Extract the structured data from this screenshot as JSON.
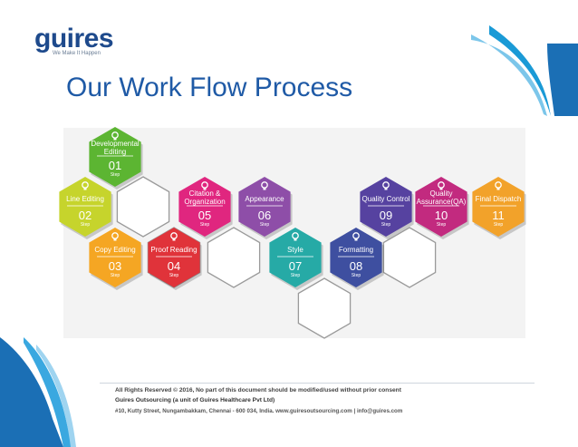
{
  "header": {
    "logo": "guires",
    "tagline": "We Make It Happen"
  },
  "title": "Our Work Flow Process",
  "steps": [
    {
      "label": [
        "Developmental",
        "Editing"
      ],
      "number": "01",
      "step_word": "Step",
      "color": "#5cb532",
      "icon": "lightbulb-icon"
    },
    {
      "label": [
        "Line Editing"
      ],
      "number": "02",
      "step_word": "Step",
      "color": "#c6d42c",
      "icon": "presentation-icon"
    },
    {
      "label": [
        "Copy Editing"
      ],
      "number": "03",
      "step_word": "Step",
      "color": "#f5a623",
      "icon": "pen-icon"
    },
    {
      "label": [
        "Proof Reading"
      ],
      "number": "04",
      "step_word": "Step",
      "color": "#e0333a",
      "icon": "gears-icon"
    },
    {
      "label": [
        "Citation &",
        "Organization"
      ],
      "number": "05",
      "step_word": "Step",
      "color": "#e0267f",
      "icon": "briefcase-icon"
    },
    {
      "label": [
        "Appearance"
      ],
      "number": "06",
      "step_word": "Step",
      "color": "#8e4ea8",
      "icon": "pie-chart-icon"
    },
    {
      "label": [
        "Style"
      ],
      "number": "07",
      "step_word": "Step",
      "color": "#26aaa6",
      "icon": "bar-chart-icon"
    },
    {
      "label": [
        "Formatting"
      ],
      "number": "08",
      "step_word": "Step",
      "color": "#3e4fa0",
      "icon": "lock-icon"
    },
    {
      "label": [
        "Quality Control"
      ],
      "number": "09",
      "step_word": "Step",
      "color": "#5642a0",
      "icon": "target-icon"
    },
    {
      "label": [
        "Quality",
        "Assurance(QA)"
      ],
      "number": "10",
      "step_word": "Step",
      "color": "#c22a7f",
      "icon": "briefcase-icon"
    },
    {
      "label": [
        "Final Dispatch"
      ],
      "number": "11",
      "step_word": "Step",
      "color": "#f2a22a",
      "icon": "people-icon"
    }
  ],
  "footer": {
    "line1": "All Rights Reserved © 2016, No part of this document should be modified/used without prior consent",
    "line2": "Guires Outsourcing (a unit of Guires Healthcare Pvt Ltd)",
    "line3": "#10, Kutty Street, Nungambakkam, Chennai - 600 034, India. www.guiresoutsourcing.com | info@guires.com"
  }
}
